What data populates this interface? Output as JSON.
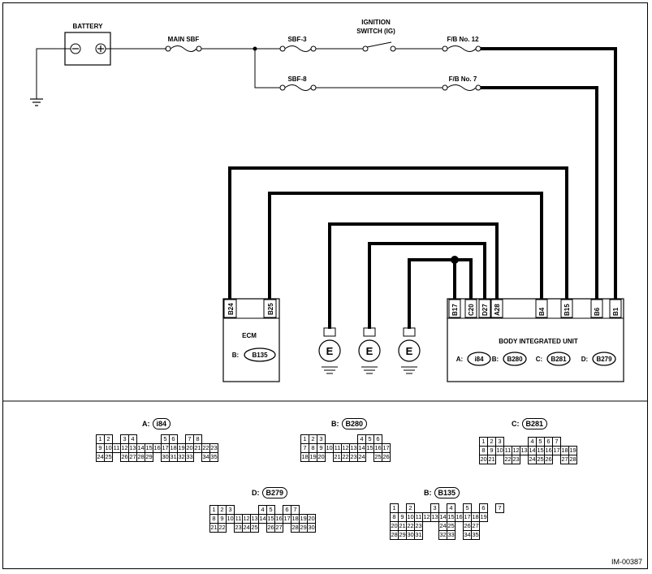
{
  "labels": {
    "battery": "BATTERY",
    "main_sbf": "MAIN SBF",
    "sbf3": "SBF-3",
    "sbf8": "SBF-8",
    "ignition_line1": "IGNITION",
    "ignition_line2": "SWITCH (IG)",
    "fb12": "F/B No. 12",
    "fb7": "F/B No. 7",
    "ecm": "ECM",
    "ecm_conn_prefix": "B:",
    "ecm_conn": "B135",
    "biu": "BODY INTEGRATED UNIT",
    "ground": "E",
    "figure_id": "IM-00387"
  },
  "battery_terminals": {
    "neg": "⊖",
    "pos": "⊕"
  },
  "ecm_pins": [
    "B24",
    "B25"
  ],
  "biu_pins": [
    "B17",
    "C20",
    "D27",
    "A28",
    "B4",
    "B15",
    "B6",
    "B1"
  ],
  "biu_connectors": [
    {
      "prefix": "A:",
      "id": "i84"
    },
    {
      "prefix": "B:",
      "id": "B280"
    },
    {
      "prefix": "C:",
      "id": "B281"
    },
    {
      "prefix": "D:",
      "id": "B279"
    }
  ],
  "connectors": [
    {
      "prefix": "A:",
      "id": "i84",
      "rows": [
        [
          "1",
          "2",
          "",
          "3",
          "4",
          "",
          "",
          "",
          "5",
          "6",
          "",
          "7",
          "8"
        ],
        [
          "9",
          "10",
          "11",
          "12",
          "13",
          "14",
          "15",
          "16",
          "17",
          "18",
          "19",
          "20",
          "21",
          "22",
          "23"
        ],
        [
          "24",
          "25",
          "",
          "26",
          "27",
          "28",
          "29",
          "",
          "30",
          "31",
          "32",
          "33",
          "",
          "34",
          "35"
        ]
      ]
    },
    {
      "prefix": "B:",
      "id": "B280",
      "rows": [
        [
          "1",
          "2",
          "3",
          "",
          "",
          "",
          "",
          "4",
          "5",
          "6"
        ],
        [
          "7",
          "8",
          "9",
          "10",
          "11",
          "12",
          "13",
          "14",
          "15",
          "16",
          "17"
        ],
        [
          "18",
          "19",
          "20",
          "",
          "21",
          "22",
          "23",
          "24",
          "",
          "25",
          "26"
        ]
      ]
    },
    {
      "prefix": "C:",
      "id": "B281",
      "rows": [
        [
          "1",
          "2",
          "3",
          "",
          "",
          "",
          "4",
          "5",
          "6",
          "7"
        ],
        [
          "8",
          "9",
          "10",
          "11",
          "12",
          "13",
          "14",
          "15",
          "16",
          "17",
          "18",
          "19"
        ],
        [
          "20",
          "21",
          "",
          "22",
          "23",
          "",
          "24",
          "25",
          "26",
          "",
          "27",
          "28"
        ]
      ]
    },
    {
      "prefix": "D:",
      "id": "B279",
      "rows": [
        [
          "1",
          "2",
          "3",
          "",
          "",
          "",
          "4",
          "5",
          "",
          "6",
          "7"
        ],
        [
          "8",
          "9",
          "10",
          "11",
          "12",
          "13",
          "14",
          "15",
          "16",
          "17",
          "18",
          "19",
          "20"
        ],
        [
          "21",
          "22",
          "",
          "23",
          "24",
          "25",
          "",
          "26",
          "27",
          "",
          "28",
          "29",
          "30"
        ]
      ]
    },
    {
      "prefix": "B:",
      "id": "B135",
      "rows": [
        [
          "1",
          "",
          "2",
          "",
          "",
          "3",
          "",
          "4",
          "",
          "5",
          "",
          "6",
          "",
          "7"
        ],
        [
          "8",
          "9",
          "10",
          "11",
          "12",
          "13",
          "14",
          "15",
          "16",
          "17",
          "18",
          "19"
        ],
        [
          "20",
          "21",
          "22",
          "23",
          "",
          "",
          "24",
          "25",
          "",
          "26",
          "27"
        ],
        [
          "28",
          "29",
          "30",
          "31",
          "",
          "",
          "32",
          "33",
          "",
          "34",
          "35"
        ]
      ]
    }
  ]
}
